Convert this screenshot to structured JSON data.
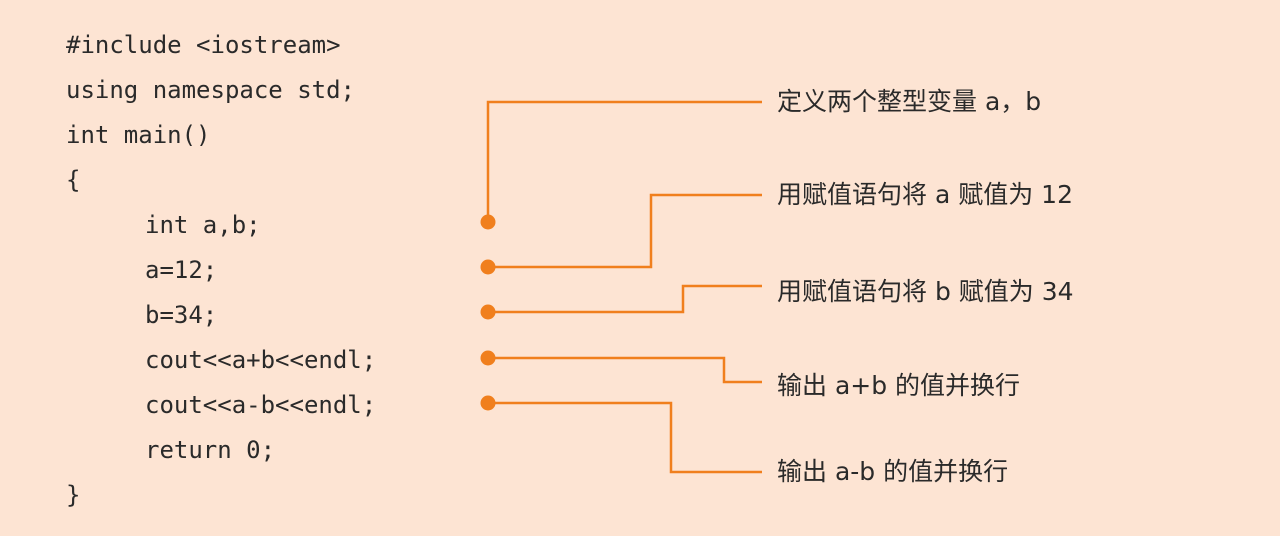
{
  "code_lines": [
    "#include <iostream>",
    "using namespace std;",
    "int main()",
    "{",
    "int a,b;",
    "a=12;",
    "b=34;",
    "cout<<a+b<<endl;",
    "cout<<a-b<<endl;",
    "return 0;",
    "}"
  ],
  "annotations": [
    "定义两个整型变量 a，b",
    "用赋值语句将 a 赋值为 12",
    "用赋值语句将 b 赋值为 34",
    "输出 a+b 的值并换行",
    "输出 a-b 的值并换行"
  ],
  "colors": {
    "background": "#fde4d3",
    "connector": "#f07f1d",
    "text": "#2a2a2a"
  }
}
